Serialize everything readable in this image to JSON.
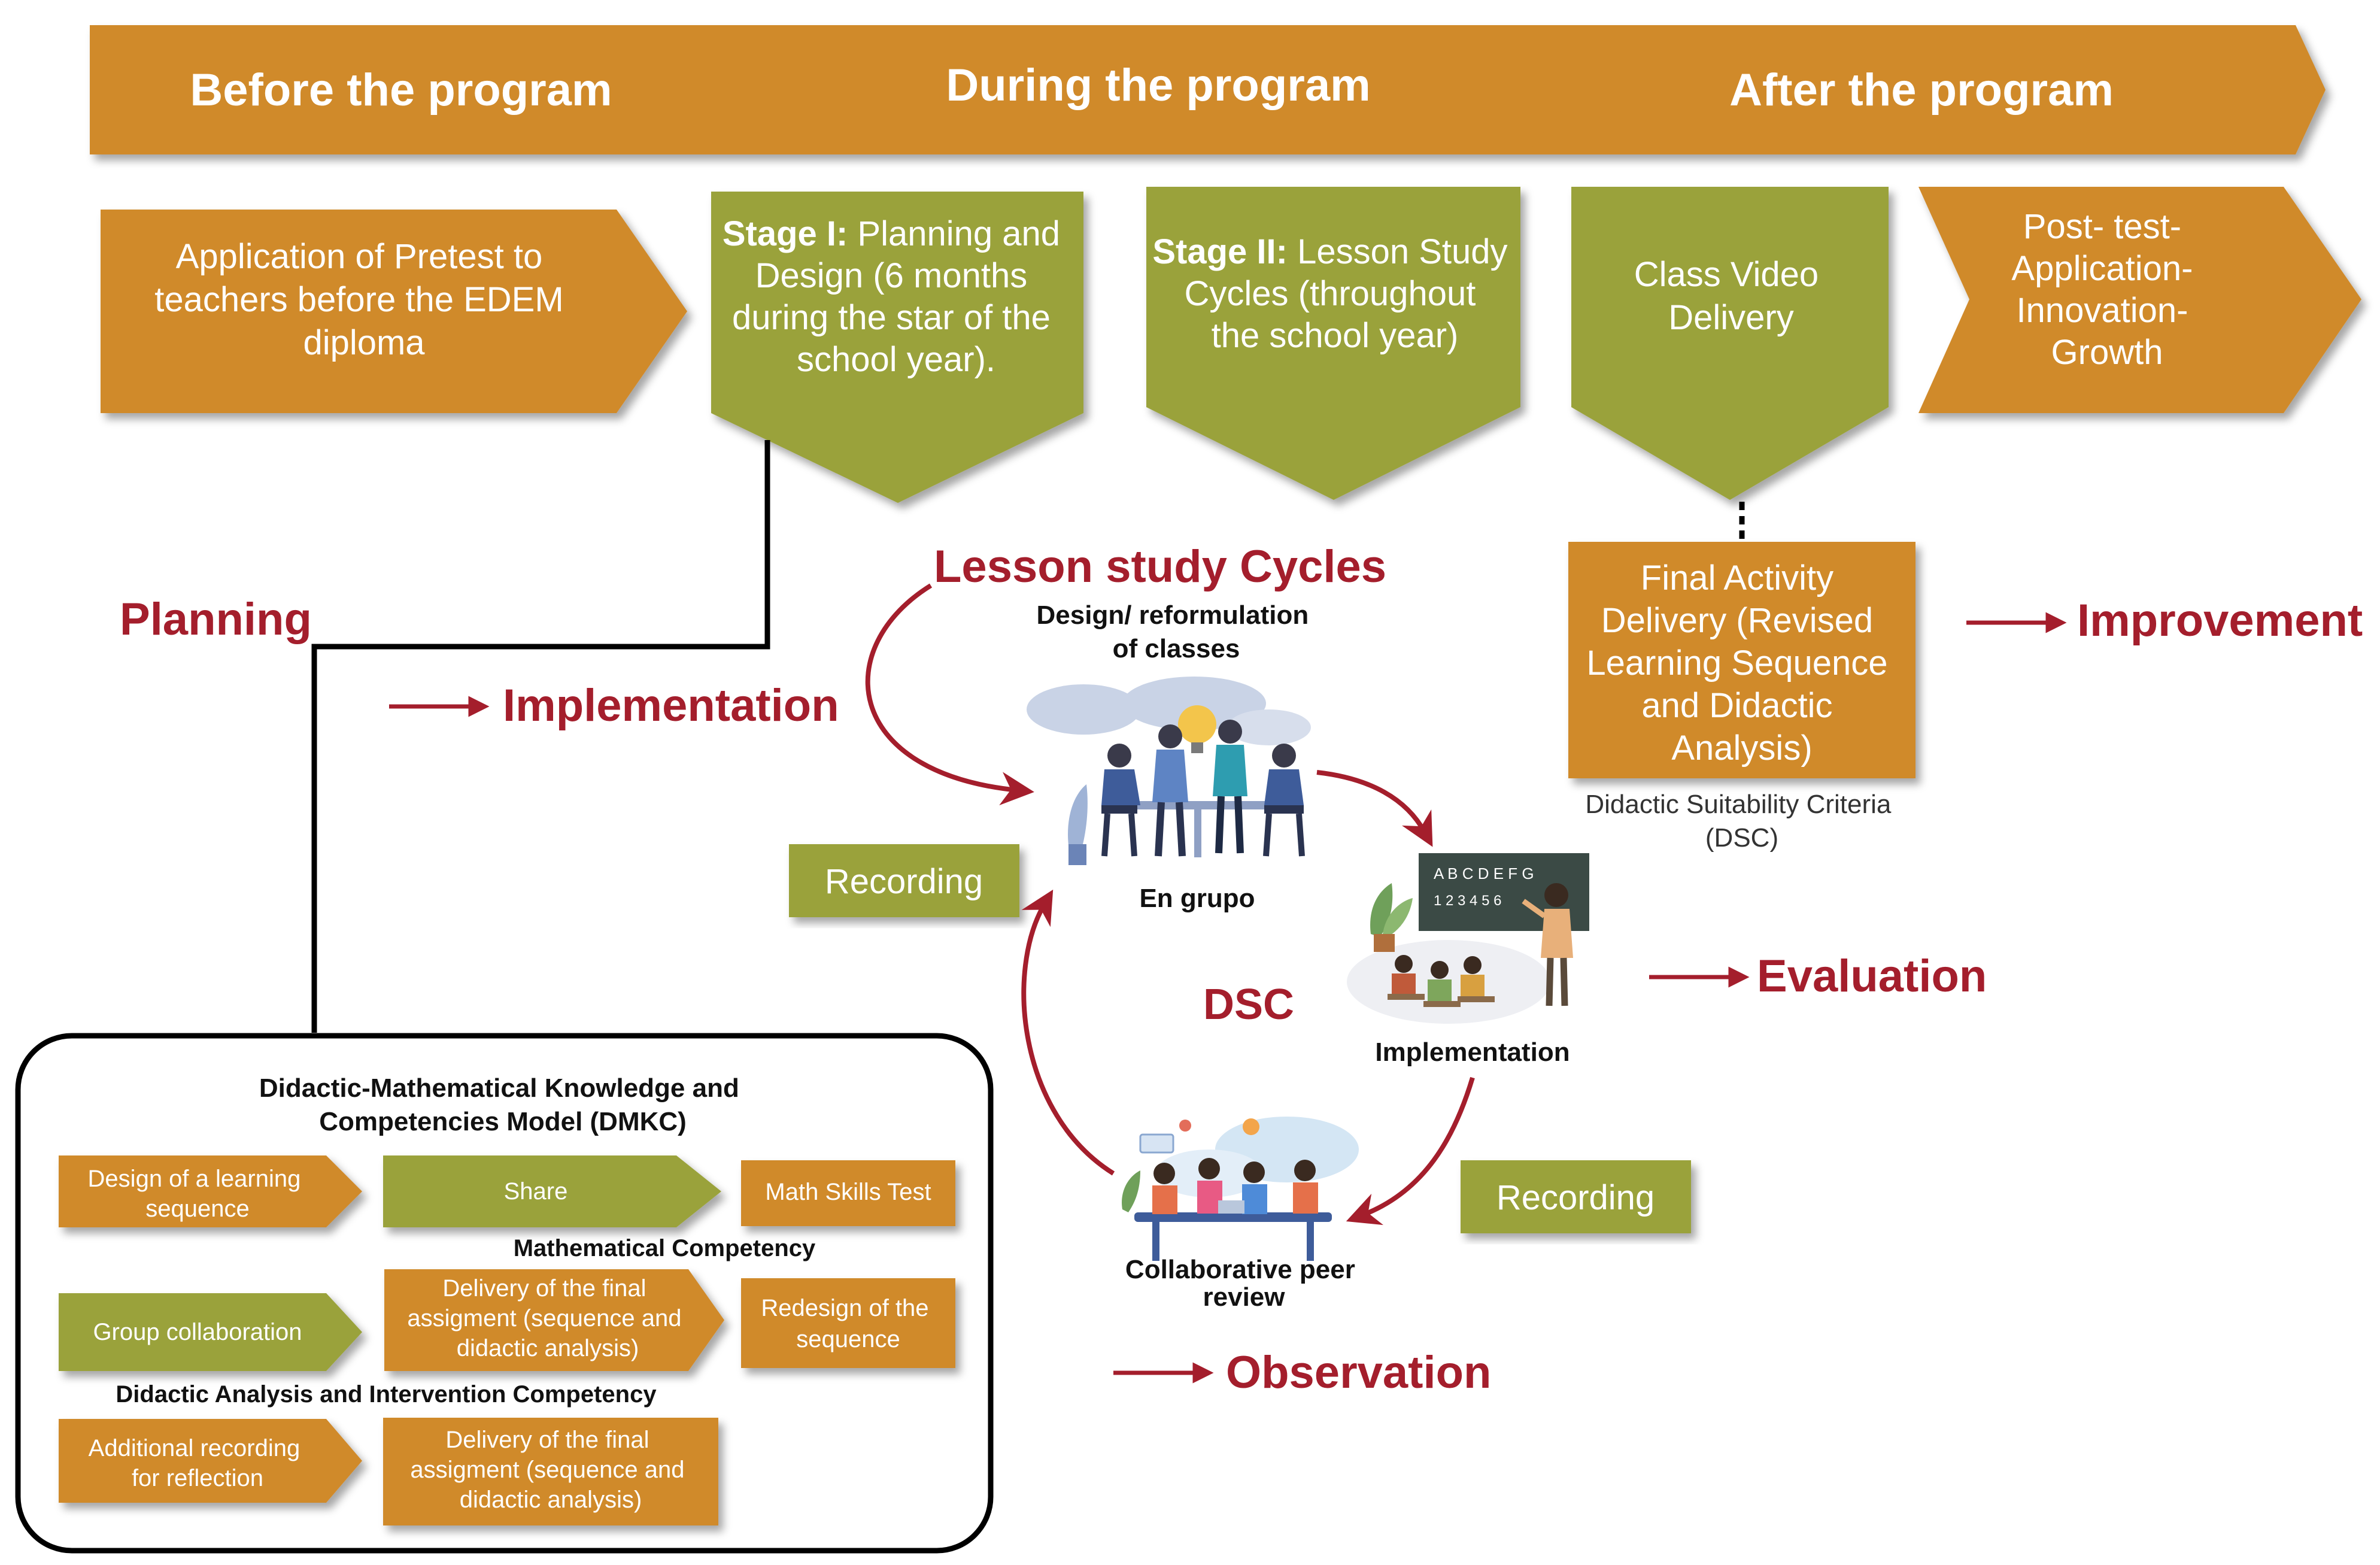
{
  "phases": {
    "before": "Before the program",
    "during": "During the program",
    "after": "After the program"
  },
  "boxes": {
    "pretest": [
      "Application of Pretest to",
      "teachers before the EDEM",
      "diploma"
    ],
    "stage1_bold": "Stage I:",
    "stage1": [
      " Planning and",
      "Design (6 months",
      "during the star of the",
      "school year)."
    ],
    "stage2_bold": "Stage II:",
    "stage2": [
      " Lesson Study",
      "Cycles (throughout",
      "the school year)"
    ],
    "video": [
      "Class Video",
      "Delivery"
    ],
    "posttest": [
      "Post- test-",
      "Application-",
      "Innovation-",
      "Growth"
    ],
    "final_activity": [
      "Final Activity",
      "Delivery (Revised",
      "Learning Sequence",
      "and Didactic",
      "Analysis)"
    ]
  },
  "labels": {
    "planning": "Planning",
    "implementation_arrow": "Implementation",
    "lesson_cycles": "Lesson study Cycles",
    "design": [
      "Design/ reformulation",
      "of classes"
    ],
    "en_grupo": "En grupo",
    "implementation": "Implementation",
    "dsc": "DSC",
    "collab": [
      "Collaborative peer",
      "review"
    ],
    "recording_1": "Recording",
    "recording_2": "Recording",
    "improvement": "Improvement",
    "evaluation": "Evaluation",
    "observation": "Observation",
    "dsc_criteria": [
      "Didactic Suitability Criteria",
      "(DSC)"
    ]
  },
  "model": {
    "title": [
      "Didactic-Mathematical Knowledge and",
      "Competencies Model (DMKC)"
    ],
    "row1": {
      "a": [
        "Design of a learning",
        "sequence"
      ],
      "b": "Share",
      "c": "Math Skills Test"
    },
    "math_comp": "Mathematical Competency",
    "row2": {
      "a": "Group collaboration",
      "b": [
        "Delivery of the final",
        "assigment (sequence and",
        "didactic analysis)"
      ],
      "c": [
        "Redesign of the",
        "sequence"
      ]
    },
    "didactic_comp": "Didactic Analysis and Intervention Competency",
    "row3": {
      "a": [
        "Additional recording",
        "for reflection"
      ],
      "b": [
        "Delivery of the final",
        "assigment (sequence and",
        "didactic analysis)"
      ]
    }
  },
  "board": {
    "letters": "A B C D E F G",
    "numbers": "1 2 3 4 5 6"
  },
  "colors": {
    "orange": "#D08A2C",
    "green": "#9AA23A",
    "red": "#A41E2C",
    "blue": "#3E5C9A"
  }
}
